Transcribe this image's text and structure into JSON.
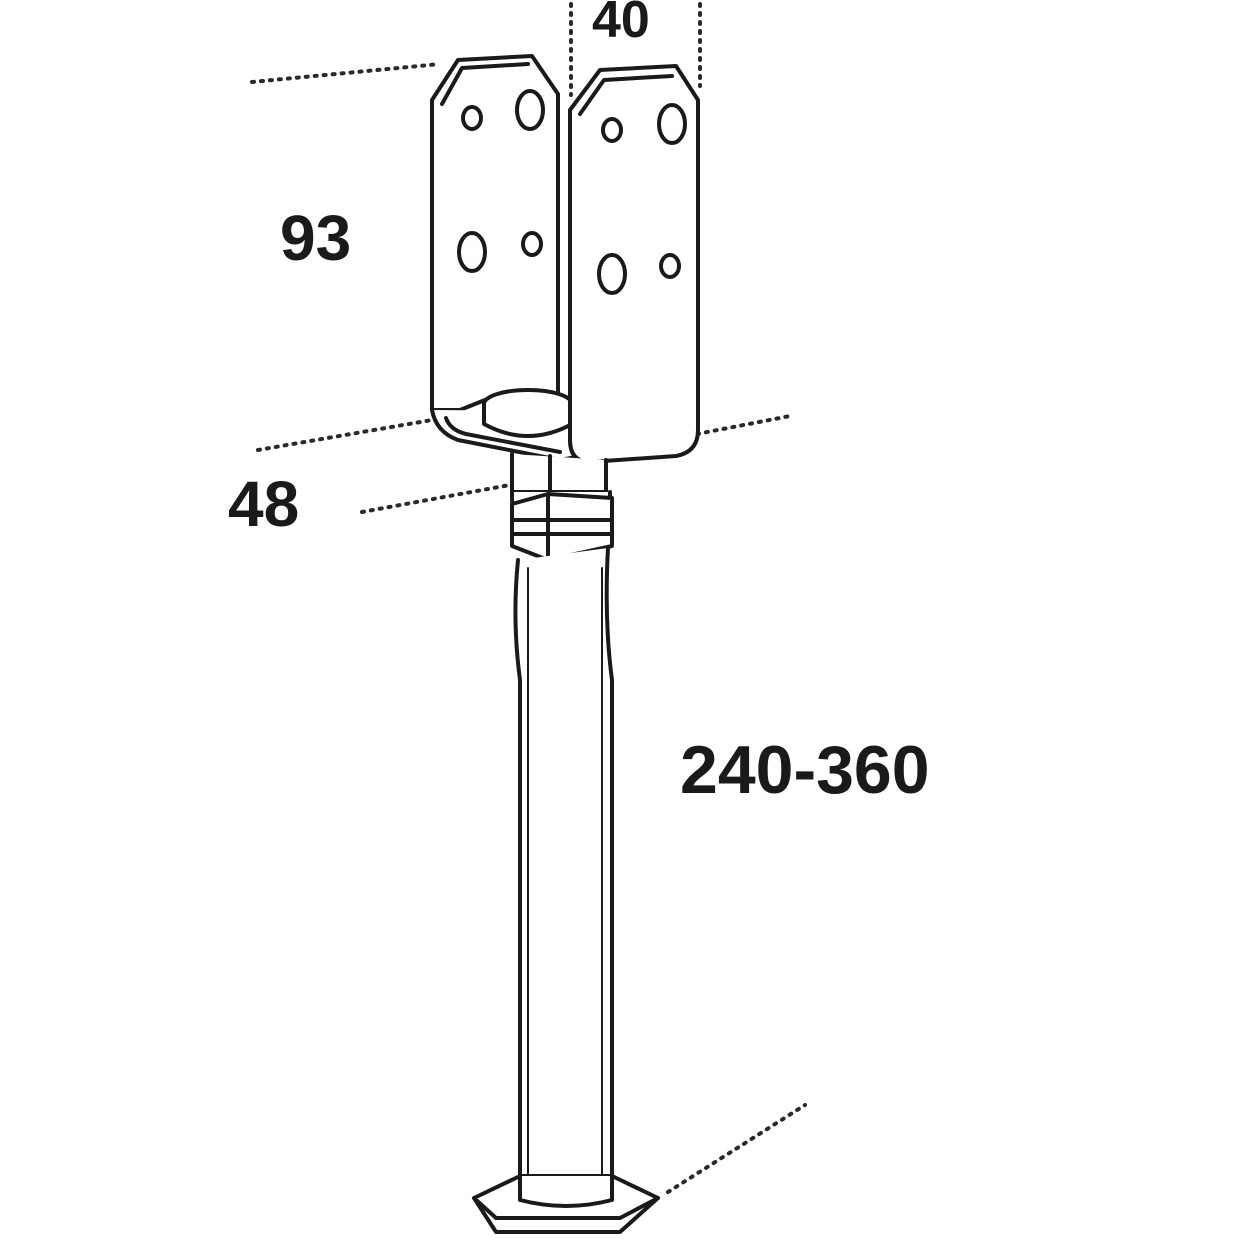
{
  "diagram": {
    "dimensions": {
      "top_width": "40",
      "bracket_height": "93",
      "nut_size": "48",
      "height_range": "240-360"
    },
    "colors": {
      "line": "#1a1a1a",
      "background": "#ffffff",
      "dotted": "#2a2a2a"
    },
    "icons": {
      "part": "adjustable-post-base-icon"
    }
  }
}
